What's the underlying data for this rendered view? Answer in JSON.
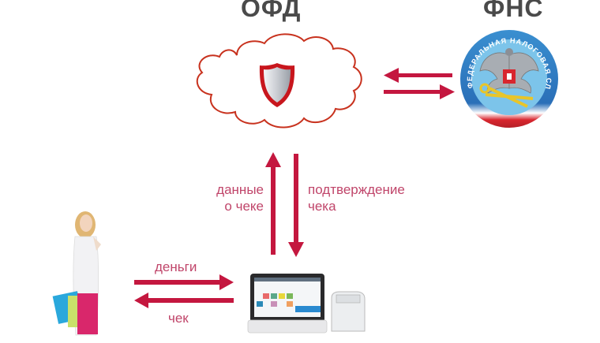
{
  "colors": {
    "arrow": "#c4173f",
    "label_text": "#c0456a",
    "title_text": "#4a4a4a",
    "cloud_outline": "#c8321e"
  },
  "nodes": {
    "ofd": {
      "title": "ОФД",
      "icon": "shield-icon"
    },
    "fns": {
      "title": "ФНС",
      "icon": "fns-emblem-icon",
      "emblem_text": "ФЕДЕРАЛЬНАЯ НАЛОГОВАЯ СЛУЖБА"
    },
    "customer": {
      "icon": "shopper-woman-icon"
    },
    "register": {
      "icon": "cash-register-icon",
      "printer_icon": "receipt-printer-icon"
    }
  },
  "flows": {
    "to_ofd": {
      "label_line1": "данные",
      "label_line2": "о чеке"
    },
    "from_ofd": {
      "label_line1": "подтверждение",
      "label_line2": "чека"
    },
    "money": {
      "label": "деньги"
    },
    "receipt": {
      "label": "чек"
    }
  }
}
